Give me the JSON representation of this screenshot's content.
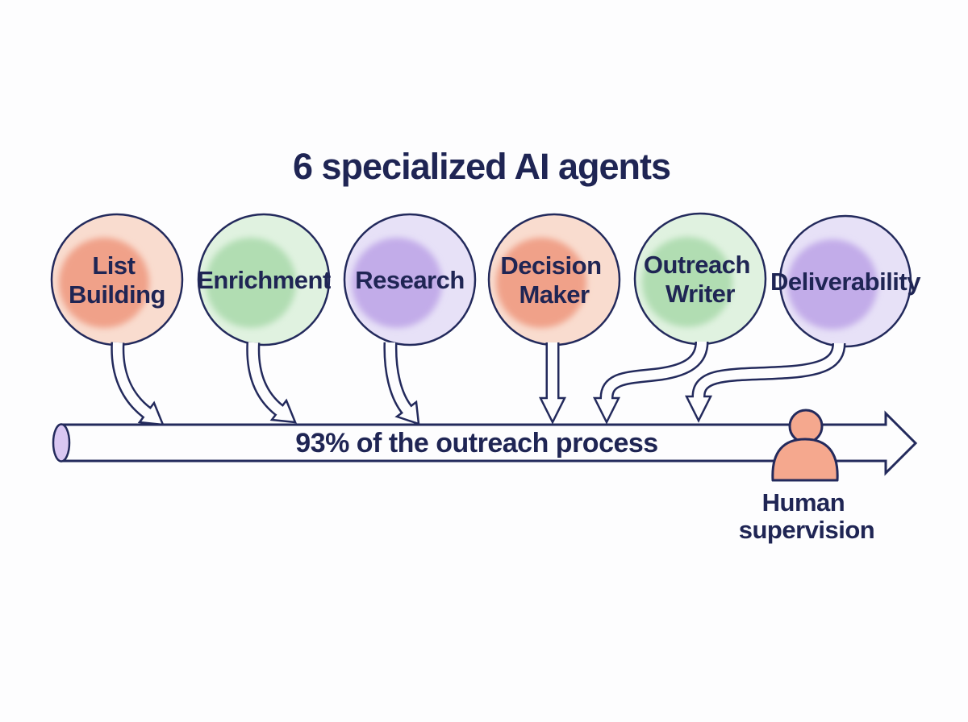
{
  "title": "6 specialized AI agents",
  "agents": [
    {
      "id": "list-building",
      "line1": "List",
      "line2": "Building",
      "outer": "#f9dccf",
      "inner": "#f0a189"
    },
    {
      "id": "enrichment",
      "line1": "Enrichment",
      "line2": "",
      "outer": "#e0f2e0",
      "inner": "#b1ddb2"
    },
    {
      "id": "research",
      "line1": "Research",
      "line2": "",
      "outer": "#e7e1f7",
      "inner": "#c2ace9"
    },
    {
      "id": "decision-maker",
      "line1": "Decision",
      "line2": "Maker",
      "outer": "#f9dccf",
      "inner": "#f0a189"
    },
    {
      "id": "outreach-writer",
      "line1": "Outreach",
      "line2": "Writer",
      "outer": "#e0f2e0",
      "inner": "#b1ddb2"
    },
    {
      "id": "deliverability",
      "line1": "Deliverability",
      "line2": "",
      "outer": "#e7e1f7",
      "inner": "#c2ace9"
    }
  ],
  "process_bar": {
    "label": "93% of the outreach process"
  },
  "human_supervision": {
    "line1": "Human",
    "line2": "supervision"
  },
  "colors": {
    "navy": "#232a5c",
    "text": "#1f2554",
    "background": "#fdfdfe",
    "human_fill": "#f5a88e",
    "bar_cap_fill": "#d9c7f2"
  }
}
